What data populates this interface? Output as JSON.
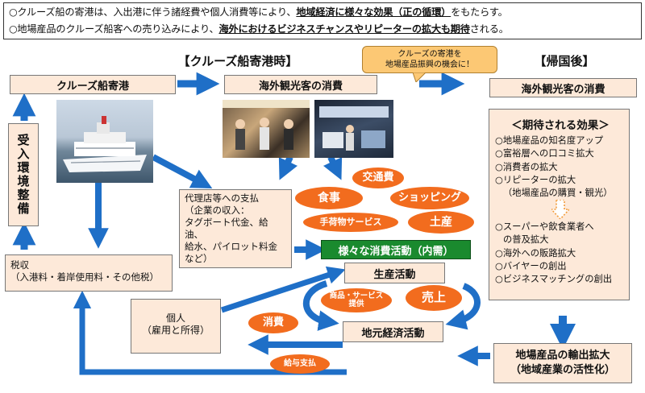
{
  "intro": {
    "line1_a": "○クルーズ船の寄港は、入出港に伴う諸経費や個人消費等により、",
    "line1_u": "地域経済に様々な効果（正の循環）",
    "line1_b": "をもたらす。",
    "line2_a": "○地場産品のクルーズ船客への売り込みにより、",
    "line2_u": "海外におけるビジネスチャンスやリピーターの拡大も期待",
    "line2_b": "される。"
  },
  "headers": {
    "port_call": "【クルーズ船寄港時】",
    "after_return": "【帰国後】"
  },
  "callout": {
    "line1": "クルーズの寄港を",
    "line2": "地場産品振興の機会に！"
  },
  "boxes": {
    "cruise_call": "クルーズ船寄港",
    "overseas_consumption_1": "海外観光客の消費",
    "overseas_consumption_2": "海外観光客の消費",
    "reception": "受入環境整備",
    "tax_line1": "税収",
    "tax_line2": "（入港料・着岸使用料・その他税）",
    "agency_line1": "代理店等への支払",
    "agency_line2": "（企業の収入：",
    "agency_line3": "タグボート代金、給油、",
    "agency_line4": "給水、パイロット料金",
    "agency_line5": "など）",
    "various_consumption": "様々な消費活動（内需）",
    "production": "生産活動",
    "individual_line1": "個人",
    "individual_line2": "（雇用と所得）",
    "local_economy": "地元経済活動",
    "export_line1": "地場産品の輸出拡大",
    "export_line2": "（地域産業の活性化）"
  },
  "ovals": {
    "transport": "交通費",
    "meals": "食事",
    "shopping": "ショッピング",
    "baggage": "手荷物サービス",
    "souvenir": "土産",
    "goods_services_1": "商品・サービス",
    "goods_services_2": "提供",
    "sales": "売上",
    "consumption": "消費",
    "wages": "給与支払"
  },
  "effects": {
    "title": "＜期待される効果＞",
    "items": [
      "○地場産品の知名度アップ",
      "○富裕層への口コミ拡大",
      "○消費者の拡大",
      "○リピーターの拡大",
      "（地場産品の購買・観光）",
      "○スーパーや飲食業者へ",
      "の普及拡大",
      "○海外への販路拡大",
      "○バイヤーの創出",
      "○ビジネスマッチングの創出"
    ]
  },
  "colors": {
    "arrow_blue": "#1f6fc7",
    "box_fill": "#fde9d9",
    "oval_orange": "#f26c1e",
    "green_box": "#1a8a2e",
    "callout_fill": "#fcc874"
  }
}
